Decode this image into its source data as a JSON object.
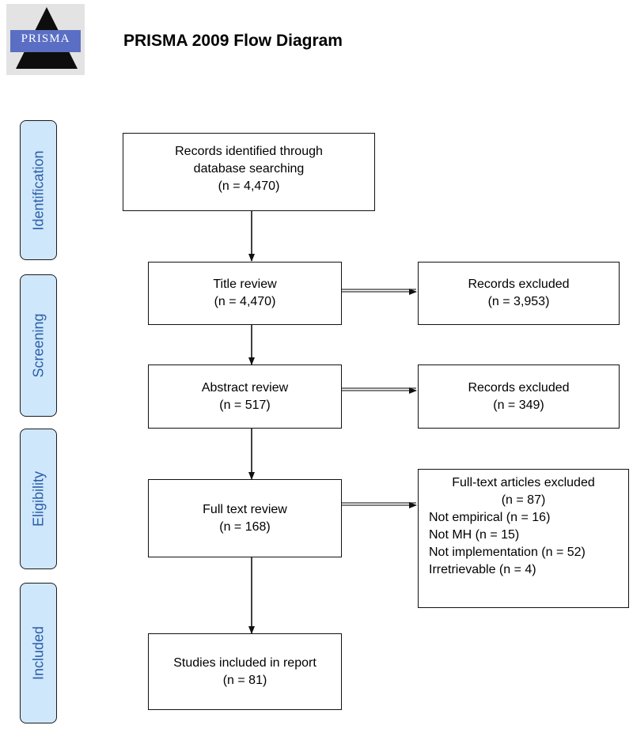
{
  "logo": {
    "text": "PRISMA"
  },
  "title": "PRISMA 2009 Flow Diagram",
  "stages": [
    "Identification",
    "Screening",
    "Eligibility",
    "Included"
  ],
  "boxes": {
    "identified": {
      "line1": "Records identified through",
      "line2": "database searching",
      "count": "(n = 4,470)"
    },
    "title_review": {
      "line1": "Title review",
      "count": "(n = 4,470)"
    },
    "excluded_title": {
      "line1": "Records excluded",
      "count": "(n = 3,953)"
    },
    "abstract_review": {
      "line1": "Abstract review",
      "count": "(n = 517)"
    },
    "excluded_abstract": {
      "line1": "Records excluded",
      "count": "(n = 349)"
    },
    "fulltext_review": {
      "line1": "Full text review",
      "count": "(n = 168)"
    },
    "excluded_fulltext": {
      "line1": "Full-text articles excluded",
      "count": "(n = 87)",
      "reasons": [
        "Not empirical (n = 16)",
        "Not MH (n = 15)",
        "Not implementation (n = 52)",
        "Irretrievable (n = 4)"
      ]
    },
    "included": {
      "line1": "Studies included in report",
      "count": "(n = 81)"
    }
  }
}
